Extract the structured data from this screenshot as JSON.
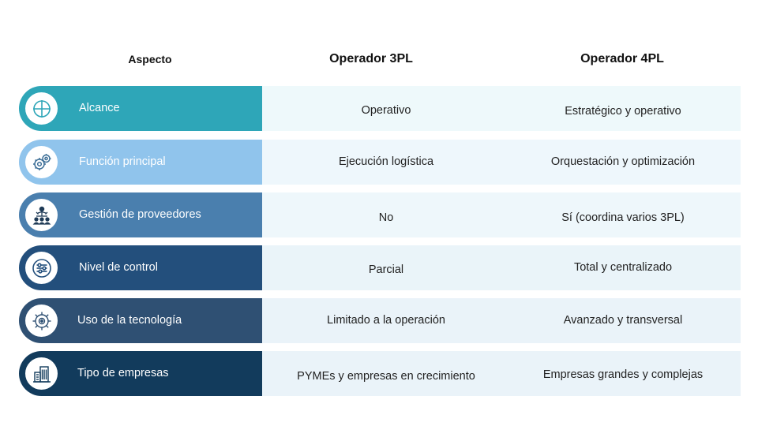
{
  "header": {
    "aspect": "Aspecto",
    "col_3pl": "Operador 3PL",
    "col_4pl": "Operador 4PL"
  },
  "rows": [
    {
      "aspect": "Alcance",
      "icon": "crosshair-icon",
      "color": "#2EA6B8",
      "bg": "#EEF9FB",
      "op3pl": "Operativo",
      "op4pl": "Estratégico y operativo"
    },
    {
      "aspect": "Función principal",
      "icon": "gears-icon",
      "color": "#90C4EC",
      "bg": "#EEF7FC",
      "op3pl": "Ejecución logística",
      "op4pl": "Orquestación y optimización"
    },
    {
      "aspect": "Gestión de proveedores",
      "icon": "team-hierarchy-icon",
      "color": "#4A7FAE",
      "bg": "#EEF7FB",
      "op3pl": "No",
      "op4pl": "Sí (coordina varios 3PL)"
    },
    {
      "aspect": "Nivel de control",
      "icon": "sliders-icon",
      "color": "#234F7C",
      "bg": "#EAF4F9",
      "op3pl": "Parcial",
      "op4pl": "Total y centralizado"
    },
    {
      "aspect": "Uso de la tecnología",
      "icon": "tech-gear-icon",
      "color": "#2F5073",
      "bg": "#EAF3F9",
      "op3pl": "Limitado a la operación",
      "op4pl": "Avanzado y transversal"
    },
    {
      "aspect": "Tipo de empresas",
      "icon": "buildings-icon",
      "color": "#123B5C",
      "bg": "#EAF3F9",
      "op3pl": "PYMEs y empresas en crecimiento",
      "op4pl": "Empresas grandes y complejas"
    }
  ]
}
